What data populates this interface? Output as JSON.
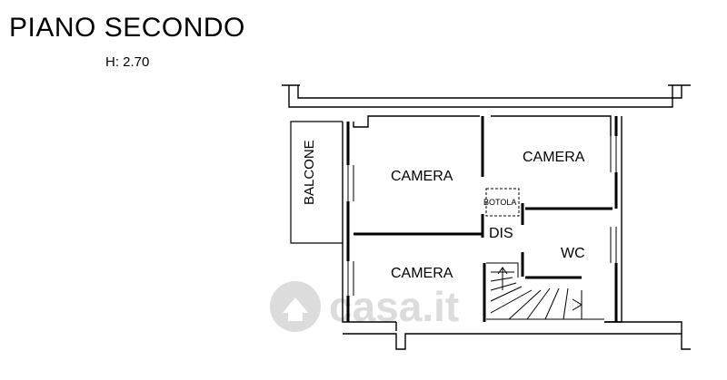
{
  "plan": {
    "title": "PIANO SECONDO",
    "height_label": "H: 2.70",
    "wall_color": "#000000",
    "watermark_color": "#d9d9d9",
    "rooms": {
      "camera_1": "CAMERA",
      "camera_2": "CAMERA",
      "camera_3": "CAMERA",
      "wc": "WC",
      "dis": "DIS",
      "botola": "BOTOLA",
      "balcone": "BALCONE"
    },
    "watermark_text": "casa.it",
    "watermark_icon": "house-icon"
  }
}
